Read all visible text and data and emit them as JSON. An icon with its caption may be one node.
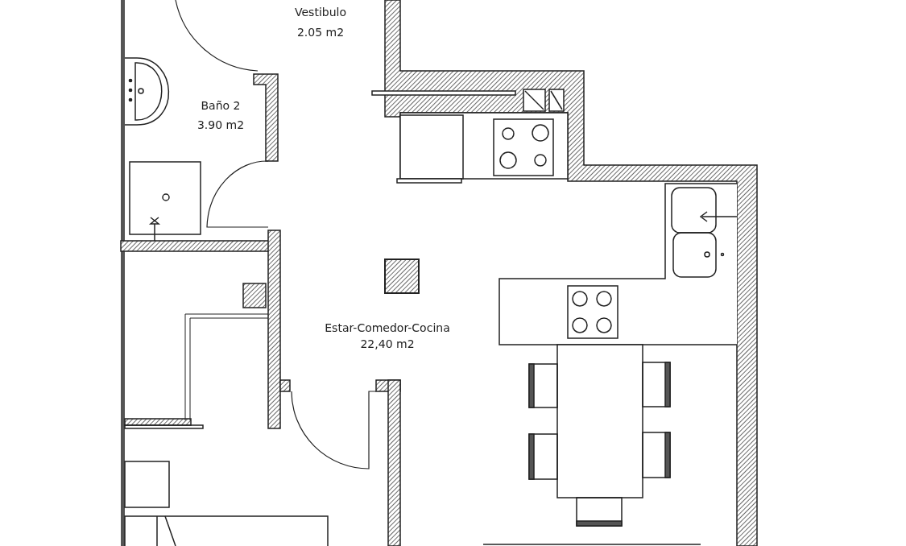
{
  "diagram": {
    "labels": [
      "Vestibulo",
      "2.05 m2",
      "Baño 2",
      "3.90 m2",
      "Estar-Comedor-Cocina",
      "22,40 m2"
    ]
  }
}
